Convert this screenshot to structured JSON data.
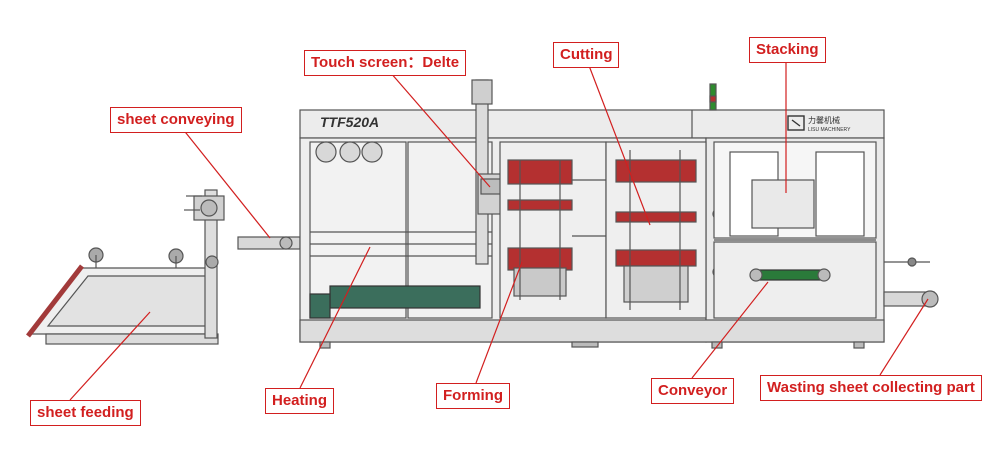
{
  "machine": {
    "model": "TTF520A",
    "brand_cn": "力馨机械",
    "brand_en": "LISU MACHINERY"
  },
  "labels": {
    "touch_screen": "Touch screen：Delte",
    "cutting": "Cutting",
    "stacking": "Stacking",
    "sheet_conveying": "sheet conveying",
    "sheet_feeding": "sheet feeding",
    "heating": "Heating",
    "forming": "Forming",
    "conveyor": "Conveyor",
    "wasting_sheet": "Wasting sheet collecting part"
  },
  "colors": {
    "accent": "#d21f1f",
    "frame": "#555555",
    "panel": "#e8e8e8",
    "mold": "#b43030",
    "conveyor": "#2a7a3a",
    "beacon": "#2e8b2e"
  }
}
